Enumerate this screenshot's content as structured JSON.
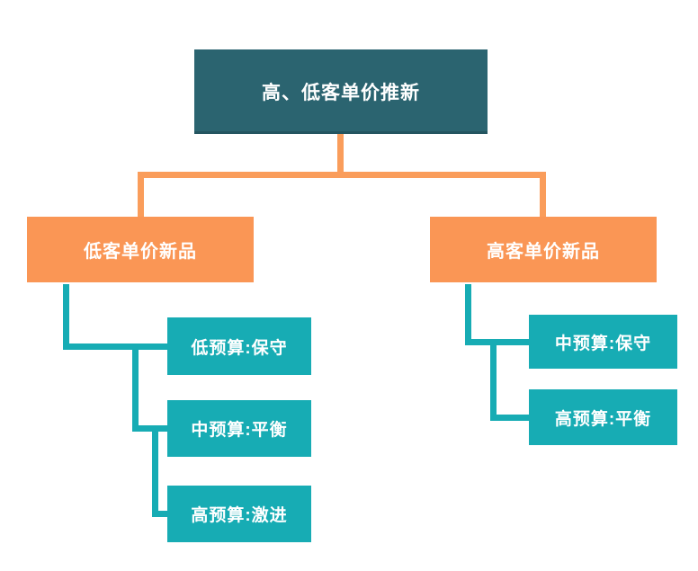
{
  "diagram": {
    "title": "高、低客单价推新",
    "root": {
      "label": "高、低客单价推新"
    },
    "branches": [
      {
        "label": "低客单价新品",
        "children": [
          {
            "label": "低预算:保守"
          },
          {
            "label": "中预算:平衡"
          },
          {
            "label": "高预算:激进"
          }
        ]
      },
      {
        "label": "高客单价新品",
        "children": [
          {
            "label": "中预算:保守"
          },
          {
            "label": "高预算:平衡"
          }
        ]
      }
    ],
    "colors": {
      "root_bg": "#2B6470",
      "branch_bg": "#FA9655",
      "leaf_bg": "#17ACB4",
      "connector_root": "#FA9D5B",
      "connector_branch": "#17ACB4",
      "text": "#FFFFFF",
      "background": "#FFFFFF"
    }
  }
}
